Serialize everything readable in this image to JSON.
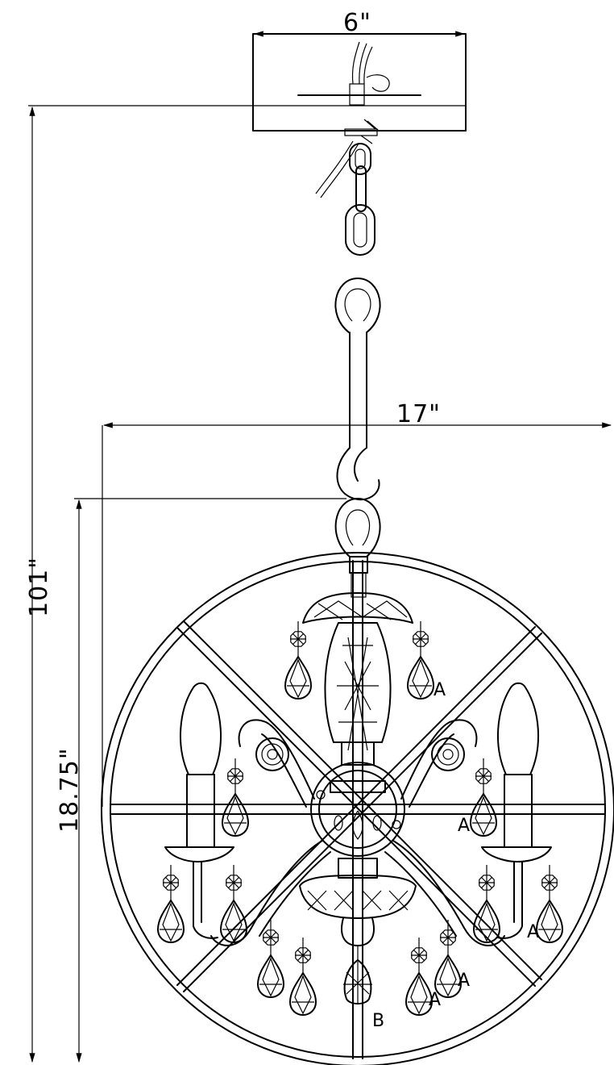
{
  "dimensions": {
    "canopy_width": "6\"",
    "overall_width": "17\"",
    "fixture_height": "18.75\"",
    "overall_height": "101\""
  },
  "crystal_labels": {
    "a": "A",
    "b": "B"
  }
}
